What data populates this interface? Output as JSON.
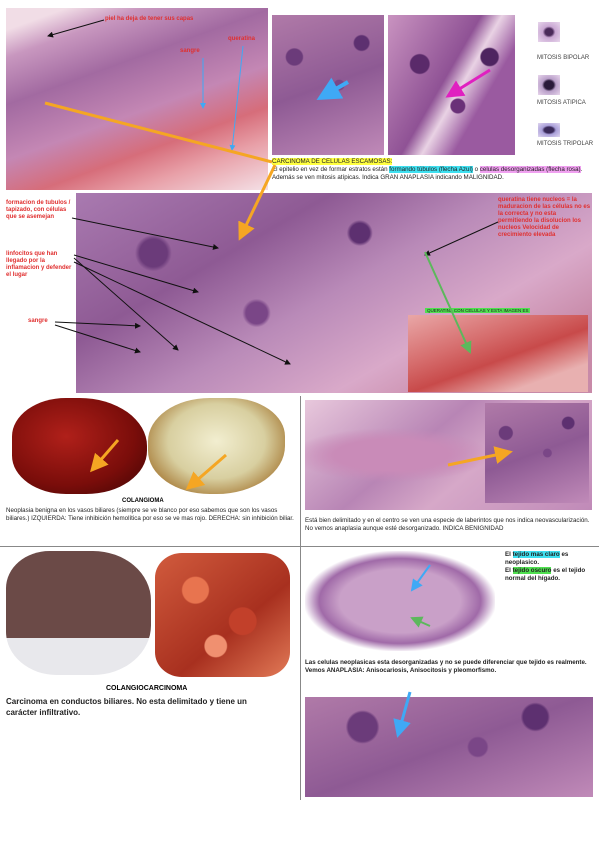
{
  "section1": {
    "label_piel": "piel ha deja de tener sus capas",
    "label_sangre": "sangre",
    "label_queratina": "queratina",
    "mitosis": [
      "MITOSIS BIPOLAR",
      "MITOSIS ATIPICA",
      "MITOSIS TRIPOLAR"
    ],
    "caption_title": "CARCINOMA DE CELULAS ESCAMOSAS:",
    "caption_part1": "El epitelio en vez de formar estratos están",
    "caption_hl1": "formando túbulos (flecha Azul)",
    "caption_part2": "o",
    "caption_hl2": "celulas desorganizadas (flecha rosa)",
    "caption_part3": ". Además se ven mitosis atípicas. Indica GRAN ANAPLASIA indicando MALIGNIDAD."
  },
  "section2": {
    "label_tubulos": "formacion de tubulos / tapizado, con células que se asemejan",
    "label_linfocitos": "linfocitos que han llegado por la inflamacion y defender el lugar",
    "label_sangre": "sangre",
    "label_queratina": "queratina tiene nucleos = la maduracion de las células no es la correcta y no esta permitiendo la disolucion los nucleos Velocidad de crecimiento elevada",
    "green_label": "QUERATINA CON CELULAS Y ESTA IMAGEN ES"
  },
  "section3": {
    "title": "COLANGIOMA",
    "text": "Neoplasia benigna en los vasos biliares (siempre se ve blanco por eso sabemos que son los vasos biliares.) IZQUIERDA: Tiene inhibición hemolítica por eso se ve mas rojo. DERECHA: sin inhibición biliar.",
    "right_text": "Está bien delimitado y en el centro se ven una especie de laberintos que nos indica neovascularización. No vemos anaplasia aunque esté desorganizado. INDICA BENIGNIDAD"
  },
  "section4": {
    "title": "COLANGIOCARCINOMA",
    "text": "Carcinoma en conductos biliares. No esta delimitado y tiene un carácter infiltrativo.",
    "right_p1a": "El",
    "right_p1hl": "tejido mas claro",
    "right_p1b": "es neoplasico.",
    "right_p2a": "El",
    "right_p2hl": "tejido oscuro",
    "right_p2b": "es el tejido normal del hígado.",
    "right_text2": "Las celulas neoplasicas esta desorganizadas y no se puede diferenciar que tejido es realmente. Vemos ANAPLASIA: Anisocariosis, Anisocitosis y pleomorfismo."
  },
  "colors": {
    "arrow_orange": "#f5a623",
    "arrow_blue": "#3fa9f5",
    "arrow_pink": "#e020c0",
    "arrow_green": "#5cb85c"
  }
}
